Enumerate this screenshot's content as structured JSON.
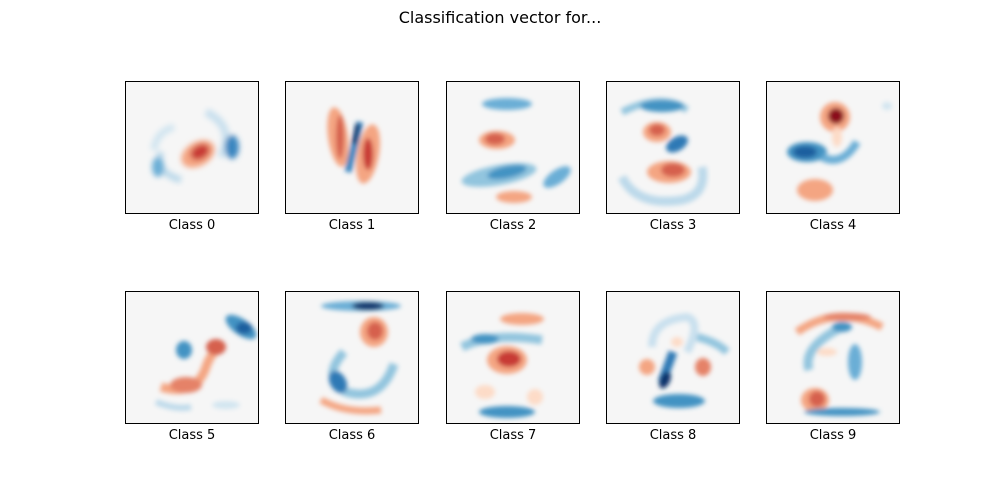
{
  "title": "Classification vector for...",
  "chart_data": {
    "type": "heatmap",
    "title": "Classification vector for...",
    "colormap": "RdBu",
    "grid": "2x5",
    "panels": [
      {
        "label": "Class 0",
        "description": "Red oval center, blue ring around (digit 0 shape)"
      },
      {
        "label": "Class 1",
        "description": "Blue diagonal stroke center flanked by red vertical lobes"
      },
      {
        "label": "Class 2",
        "description": "Horizontal blue bars, red blob upper-left and bottom"
      },
      {
        "label": "Class 3",
        "description": "Blue arcs top and bottom, red blobs middle, blue center"
      },
      {
        "label": "Class 4",
        "description": "Dark red blob top-center, blue horizontal stroke middle, red blob lower-left"
      },
      {
        "label": "Class 5",
        "description": "Blue upper-right stroke, red S-curve middle, blue dot left"
      },
      {
        "label": "Class 6",
        "description": "Blue top bar, red blob upper-right, blue curved stroke, red bottom bar"
      },
      {
        "label": "Class 7",
        "description": "Red top bar, blue horizontal bar, red center blob, blue bottom bar"
      },
      {
        "label": "Class 8",
        "description": "Blue loops, dark blue diagonal center stroke, red side dots"
      },
      {
        "label": "Class 9",
        "description": "Red top arc, blue loops, red lower-left blob, blue bottom bar"
      }
    ]
  },
  "panels": [
    {
      "label": "Class 0"
    },
    {
      "label": "Class 1"
    },
    {
      "label": "Class 2"
    },
    {
      "label": "Class 3"
    },
    {
      "label": "Class 4"
    },
    {
      "label": "Class 5"
    },
    {
      "label": "Class 6"
    },
    {
      "label": "Class 7"
    },
    {
      "label": "Class 8"
    },
    {
      "label": "Class 9"
    }
  ]
}
